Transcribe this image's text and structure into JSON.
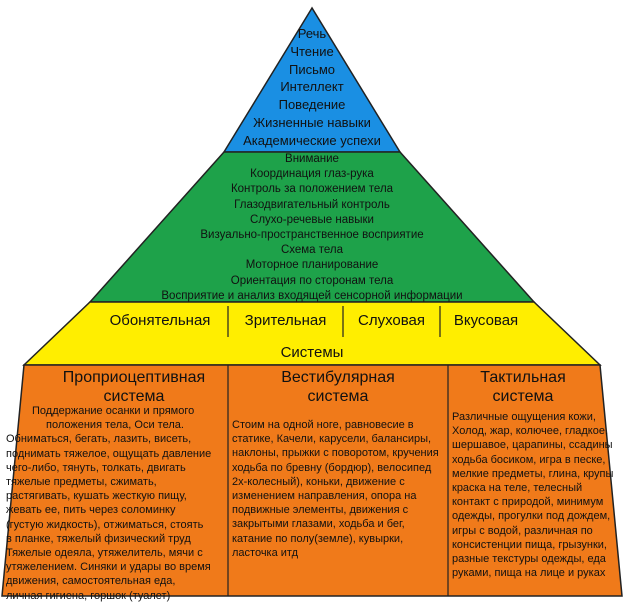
{
  "colors": {
    "top": "#1a8fe3",
    "middle": "#1ea24a",
    "senses": "#ffee00",
    "base": "#f07a1a",
    "outline": "#222222"
  },
  "top_level": {
    "lines": [
      "Речь",
      "Чтение",
      "Письмо",
      "Интеллект",
      "Поведение",
      "Жизненные навыки",
      "Академические успехи"
    ]
  },
  "middle_level": {
    "lines": [
      "Внимание",
      "Координация глаз-рука",
      "Контроль за положением тела",
      "Глазодвигательный контроль",
      "Слухо-речевые навыки",
      "Визуально-пространственное восприятие",
      "Схема тела",
      "Моторное планирование",
      "Ориентация по сторонам тела",
      "Восприятие и анализ входящей сенсорной информации"
    ]
  },
  "senses_level": {
    "items": [
      "Обонятельная",
      "Зрительная",
      "Слуховая",
      "Вкусовая"
    ],
    "systems_label": "Системы"
  },
  "base_level": {
    "columns": [
      {
        "title": [
          "Проприоцептивная",
          "система"
        ],
        "body": [
          "Поддержание осанки и прямого",
          "положения тела, Оси тела.",
          "Обниматься, бегать, лазить, висеть,",
          "поднимать тяжелое, ощущать давление",
          "чего-либо, тянуть, толкать, двигать",
          "тяжелые  предметы, сжимать,",
          "растягивать, кушать жесткую пищу,",
          "жевать ее, пить через соломинку",
          "(густую жидкость), отжиматься, стоять",
          "в планке, тяжелый физический труд",
          "Тяжелые одеяла, утяжелитель, мячи с",
          "утяжелением. Синяки и удары во время",
          "движения, самостоятельная еда,",
          "личная гигиена, горшок (туалет)"
        ]
      },
      {
        "title": [
          "Вестибулярная",
          "система"
        ],
        "body": [
          "Стоим на одной ноге, равновесие в",
          "статике, Качели, карусели, балансиры,",
          "наклоны, прыжки с поворотом, кручения",
          "ходьба по бревну (бордюр), велосипед",
          "2х-колесный), коньки, движение с",
          "изменением направления, опора на",
          "подвижные элементы, движения с",
          "закрытыми глазами, ходьба и бег,",
          "катание по полу(земле), кувырки,",
          "ласточка итд"
        ]
      },
      {
        "title": [
          "Тактильная",
          "система"
        ],
        "body": [
          "Различные ощущения кожи,",
          "Холод, жар, колючее, гладкое,",
          "шершавое, царапины, ссадины",
          "ходьба босиком, игра в песке,",
          "мелкие предметы, глина, крупы",
          "краска на теле, телесный",
          "контакт с природой, минимум",
          "одежды, прогулки под дождем,",
          "игры с водой, различная по",
          "консистенции пища, грызунки,",
          "разные текстуры одежды, еда",
          "руками, пища на лице и руках"
        ]
      }
    ]
  }
}
